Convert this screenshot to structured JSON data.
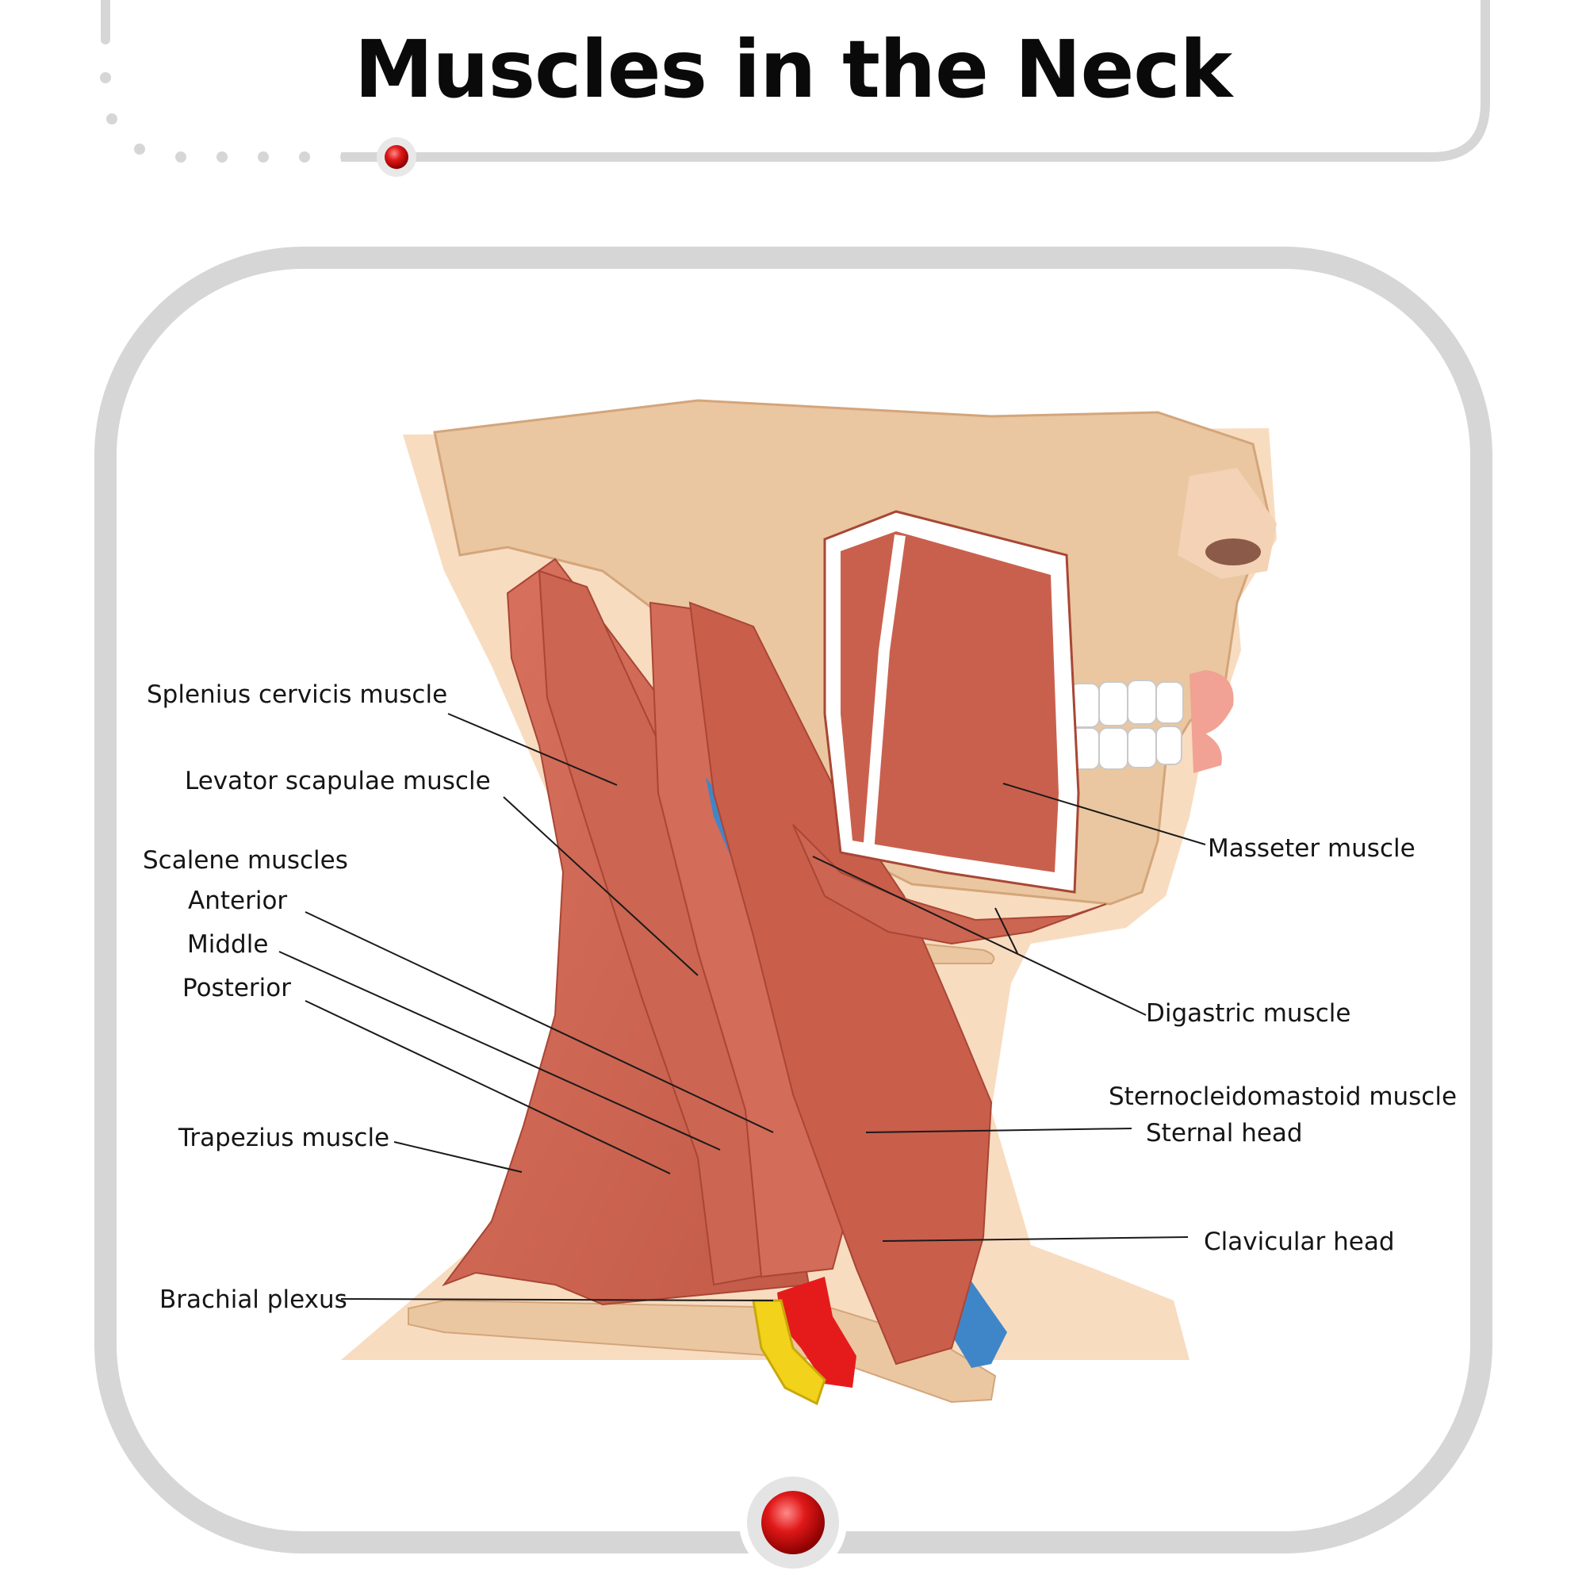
{
  "title": "Muscles in the Neck",
  "labels": {
    "splenius": "Splenius cervicis muscle",
    "levator": "Levator scapulae muscle",
    "scalene_group": "Scalene muscles",
    "scalene_anterior": "Anterior",
    "scalene_middle": "Middle",
    "scalene_posterior": "Posterior",
    "trapezius": "Trapezius muscle",
    "brachial": "Brachial plexus",
    "masseter": "Masseter muscle",
    "digastric": "Digastric muscle",
    "scm_group": "Sternocleidomastoid muscle",
    "sternal_head": "Sternal head",
    "clavicular_head": "Clavicular head"
  },
  "colors": {
    "frame": "#d6d6d6",
    "accent_red": "#d41f1f",
    "muscle": "#c9604d",
    "bone": "#eac7a0",
    "skin": "#f8dcc0",
    "vein": "#3f86c8",
    "artery": "#e51b1b",
    "nerve": "#f2d21a"
  }
}
